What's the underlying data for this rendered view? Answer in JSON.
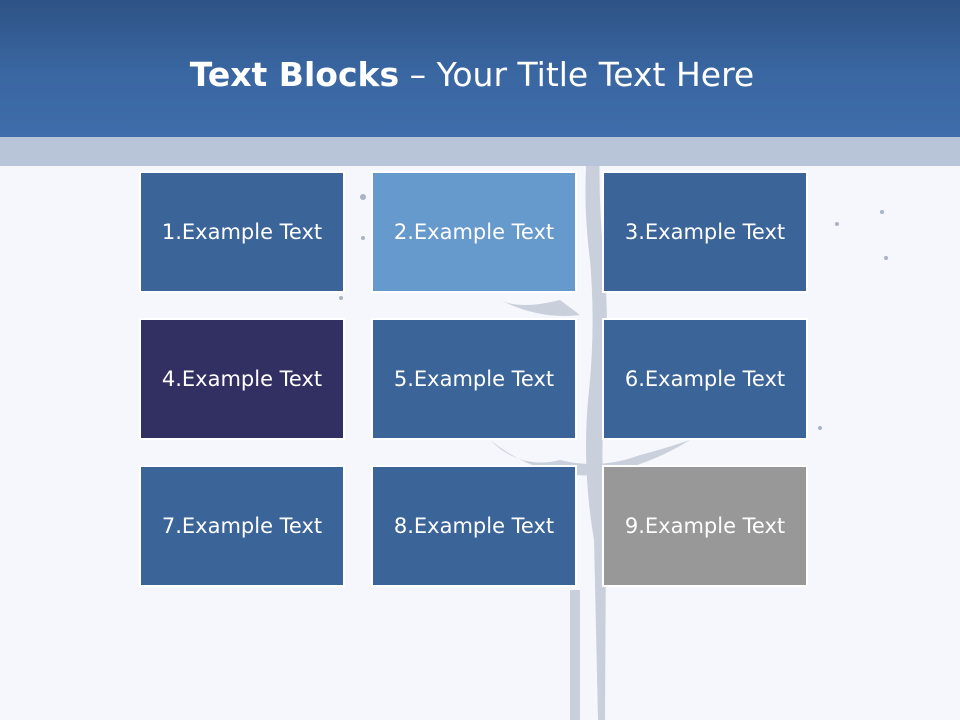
{
  "slide": {
    "title_bold": "Text Blocks",
    "title_dash": " – ",
    "title_rest": "Your Title Text Here"
  },
  "blocks": [
    {
      "label": "1.Example Text",
      "color": "#3b6499"
    },
    {
      "label": "2.Example Text",
      "color": "#6699cc"
    },
    {
      "label": "3.Example Text",
      "color": "#3b6499"
    },
    {
      "label": "4.Example Text",
      "color": "#322f63"
    },
    {
      "label": "5.Example Text",
      "color": "#3b6499"
    },
    {
      "label": "6.Example Text",
      "color": "#3b6499"
    },
    {
      "label": "7.Example Text",
      "color": "#3b6499"
    },
    {
      "label": "8.Example Text",
      "color": "#3b6499"
    },
    {
      "label": "9.Example Text",
      "color": "#989898"
    }
  ]
}
